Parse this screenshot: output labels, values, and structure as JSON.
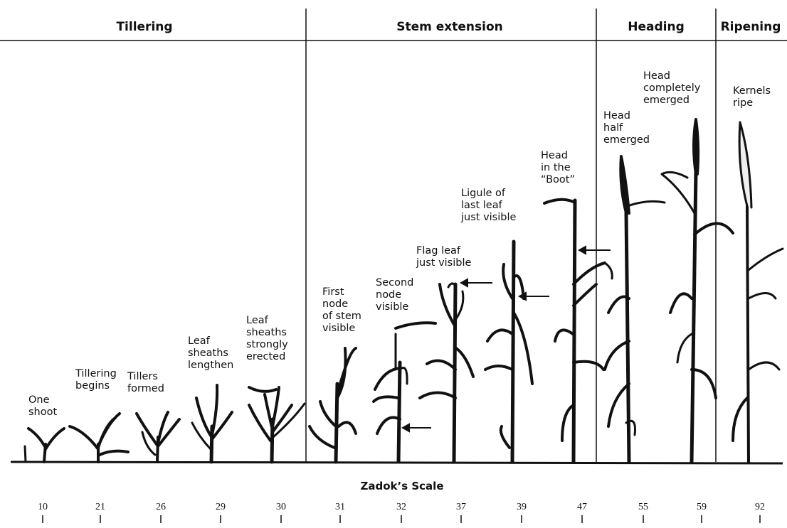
{
  "phases": [
    {
      "name": "Tillering"
    },
    {
      "name": "Stem extension"
    },
    {
      "name": "Heading"
    },
    {
      "name": "Ripening"
    }
  ],
  "stages": [
    {
      "code": "10",
      "label": [
        "One",
        "shoot"
      ]
    },
    {
      "code": "21",
      "label": [
        "Tillering",
        "begins"
      ]
    },
    {
      "code": "26",
      "label": [
        "Tillers",
        "formed"
      ]
    },
    {
      "code": "29",
      "label": [
        "Leaf",
        "sheaths",
        "lengthen"
      ]
    },
    {
      "code": "30",
      "label": [
        "Leaf",
        "sheaths",
        "strongly",
        "erected"
      ]
    },
    {
      "code": "31",
      "label": [
        "First",
        "node",
        "of stem",
        "visible"
      ]
    },
    {
      "code": "32",
      "label": [
        "Second",
        "node",
        "visible"
      ]
    },
    {
      "code": "37",
      "label": [
        "Flag leaf",
        "just visible"
      ]
    },
    {
      "code": "39",
      "label": [
        "Ligule of",
        "last leaf",
        "just visible"
      ]
    },
    {
      "code": "47",
      "label": [
        "Head",
        "in the",
        "“Boot”"
      ]
    },
    {
      "code": "55",
      "label": [
        "Head",
        "half",
        "emerged"
      ]
    },
    {
      "code": "59",
      "label": [
        "Head",
        "completely",
        "emerged"
      ]
    },
    {
      "code": "92",
      "label": [
        "Kernels",
        "ripe"
      ]
    }
  ],
  "scale": {
    "title": "Zadok’s Scale"
  },
  "colors": {
    "ink": "#111111",
    "background": "#ffffff"
  }
}
